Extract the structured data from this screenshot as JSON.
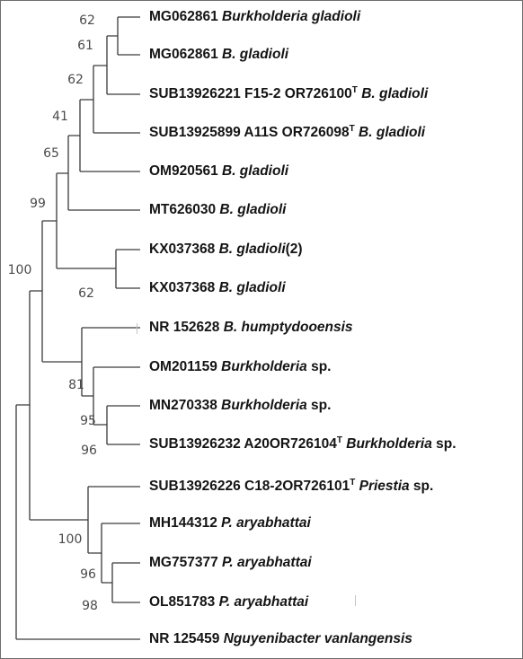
{
  "taxa": [
    {
      "pre": "MG062861 ",
      "sup": "",
      "mid": "",
      "it": "Burkholderia gladioli",
      "post": ""
    },
    {
      "pre": "MG062861 ",
      "sup": "",
      "mid": "",
      "it": "B. gladioli",
      "post": ""
    },
    {
      "pre": "SUB13926221 F15-2 OR726100",
      "sup": "T",
      "mid": " ",
      "it": "B. gladioli",
      "post": ""
    },
    {
      "pre": "SUB13925899 A11S OR726098",
      "sup": "T",
      "mid": " ",
      "it": "B. gladioli",
      "post": ""
    },
    {
      "pre": "OM920561 ",
      "sup": "",
      "mid": "",
      "it": "B. gladioli",
      "post": ""
    },
    {
      "pre": "MT626030 ",
      "sup": "",
      "mid": "",
      "it": "B. gladioli",
      "post": ""
    },
    {
      "pre": "KX037368 ",
      "sup": "",
      "mid": "",
      "it": "B. gladioli",
      "post": "(2)"
    },
    {
      "pre": "KX037368 ",
      "sup": "",
      "mid": "",
      "it": "B. gladioli",
      "post": ""
    },
    {
      "pre": "NR 152628 ",
      "sup": "",
      "mid": "",
      "it": "B. humptydooensis",
      "post": ""
    },
    {
      "pre": "OM201159 ",
      "sup": "",
      "mid": "",
      "it": "Burkholderia",
      "post": " sp."
    },
    {
      "pre": "MN270338 ",
      "sup": "",
      "mid": "",
      "it": "Burkholderia",
      "post": " sp."
    },
    {
      "pre": "SUB13926232 A20OR726104",
      "sup": "T",
      "mid": " ",
      "it": "Burkholderia",
      "post": " sp."
    },
    {
      "pre": "SUB13926226 C18-2OR726101",
      "sup": "T",
      "mid": " ",
      "it": "Priestia",
      "post": " sp."
    },
    {
      "pre": "MH144312 ",
      "sup": "",
      "mid": "",
      "it": "P. aryabhattai",
      "post": ""
    },
    {
      "pre": "MG757377 ",
      "sup": "",
      "mid": "",
      "it": "P. aryabhattai",
      "post": ""
    },
    {
      "pre": "OL851783 ",
      "sup": "",
      "mid": "",
      "it": "P. aryabhattai",
      "post": ""
    },
    {
      "pre": "NR 125459 ",
      "sup": "",
      "mid": "",
      "it": "Nguyenibacter vanlangensis",
      "post": ""
    }
  ],
  "bootstrap": [
    "62",
    "61",
    "62",
    "41",
    "65",
    "99",
    "62",
    "100",
    "81",
    "95",
    "96",
    "100",
    "96",
    "98"
  ]
}
